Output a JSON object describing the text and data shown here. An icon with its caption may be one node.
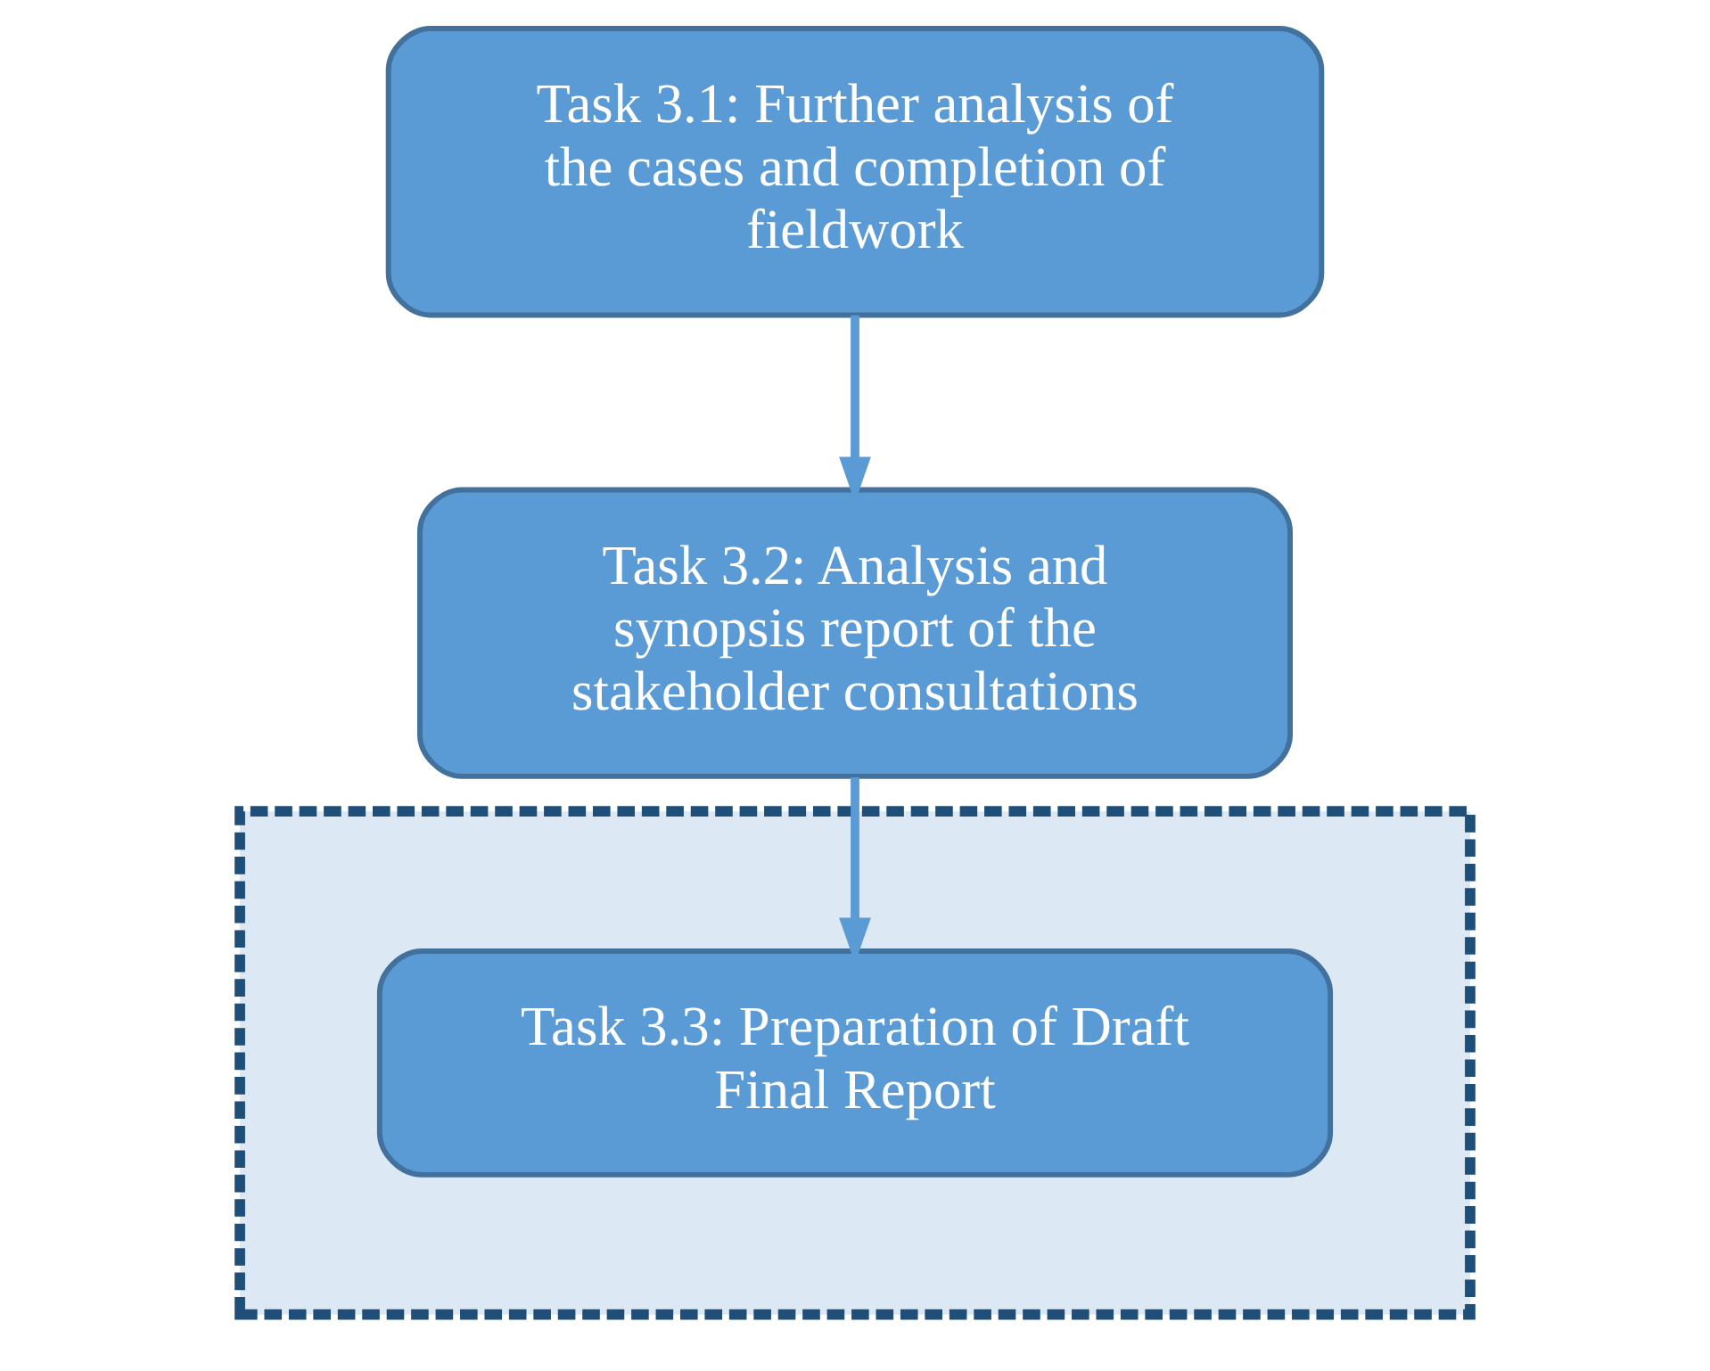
{
  "diagram": {
    "nodes": [
      {
        "text": [
          "Task 3.1: Further analysis of the cases and completion of fieldwork"
        ]
      },
      {
        "text": [
          "Task 3.2: Analysis and synopsis report of the stakeholder consultations"
        ]
      },
      {
        "text": [],
        "shape": "band"
      },
      {
        "text": [
          "Task 3.3: Preparation of Draft Final Report"
        ],
        "in": 2
      }
    ],
    "edges": [
      {
        "from": 0,
        "to": 1,
        "arrow": "to"
      },
      {
        "from": 1,
        "to": 3,
        "arrow": "to"
      }
    ]
  }
}
